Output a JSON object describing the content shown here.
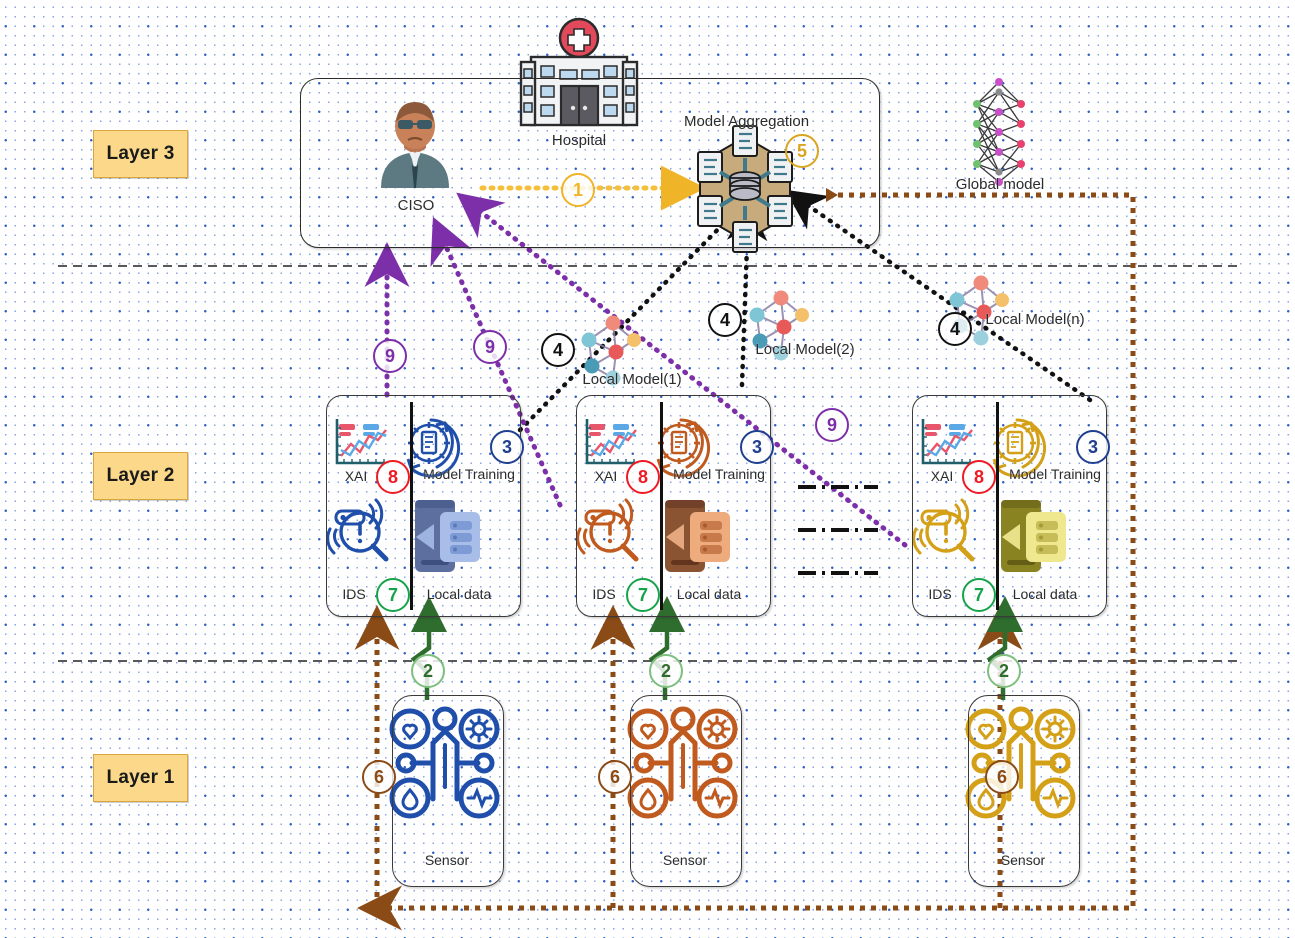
{
  "diagram": {
    "title": "Federated Learning Healthcare IDS Architecture",
    "background": "dotted-grid",
    "layers": [
      {
        "id": "layer3",
        "label": "Layer 3"
      },
      {
        "id": "layer2",
        "label": "Layer 2"
      },
      {
        "id": "layer1",
        "label": "Layer 1"
      }
    ]
  },
  "layer3": {
    "nodes": [
      {
        "name": "ciso",
        "label": "CISO",
        "icon": "person-officer-icon"
      },
      {
        "name": "hospital",
        "label": "Hospital",
        "icon": "hospital-building-icon"
      },
      {
        "name": "model-aggregation",
        "label": "Model  Aggregation",
        "icon": "server-aggregation-icon",
        "step": "5"
      },
      {
        "name": "global-model",
        "label": "Global model",
        "icon": "neural-network-icon"
      }
    ]
  },
  "layer2": {
    "local_model_labels": [
      {
        "label": "Local Model(1)",
        "step": "4"
      },
      {
        "label": "Local Model(2)",
        "step": "4"
      },
      {
        "label": "Local Model(n)",
        "step": "4"
      }
    ],
    "clients": [
      {
        "name": "client-1",
        "accent": "#1f4faa",
        "cells": [
          {
            "label": "XAI",
            "icon": "xai-chart-icon",
            "step": "8"
          },
          {
            "label": "Model  Training",
            "icon": "gear-document-training-icon",
            "step": "3"
          },
          {
            "label": "IDS",
            "icon": "ids-magnifier-alert-icon",
            "step": "7"
          },
          {
            "label": "Local data",
            "icon": "local-data-device-icon",
            "step": ""
          }
        ]
      },
      {
        "name": "client-2",
        "accent": "#c05a1e",
        "cells": [
          {
            "label": "XAI",
            "icon": "xai-chart-icon",
            "step": "8"
          },
          {
            "label": "Model  Training",
            "icon": "gear-document-training-icon",
            "step": "3"
          },
          {
            "label": "IDS",
            "icon": "ids-magnifier-alert-icon",
            "step": "7"
          },
          {
            "label": "Local data",
            "icon": "local-data-device-icon",
            "step": ""
          }
        ]
      },
      {
        "name": "client-n",
        "accent": "#d4a017",
        "cells": [
          {
            "label": "XAI",
            "icon": "xai-chart-icon",
            "step": "8"
          },
          {
            "label": "Model  Training",
            "icon": "gear-document-training-icon",
            "step": "3"
          },
          {
            "label": "IDS",
            "icon": "ids-magnifier-alert-icon",
            "step": "7"
          },
          {
            "label": "Local data",
            "icon": "local-data-device-icon",
            "step": ""
          }
        ]
      }
    ],
    "ellipsis": "—·—·—·"
  },
  "layer1": {
    "sensors": [
      {
        "name": "sensor-1",
        "label": "Sensor",
        "icon": "patient-vitals-sensor-icon",
        "accent": "#1f4faa",
        "step_up": "2",
        "step_side": "6"
      },
      {
        "name": "sensor-2",
        "label": "Sensor",
        "icon": "patient-vitals-sensor-icon",
        "accent": "#c05a1e",
        "step_up": "2",
        "step_side": "6"
      },
      {
        "name": "sensor-n",
        "label": "Sensor",
        "icon": "patient-vitals-sensor-icon",
        "accent": "#d4a017",
        "step_up": "2",
        "step_side": "6"
      }
    ]
  },
  "flows": [
    {
      "step": "1",
      "color": "#f0b429",
      "style": "dotted",
      "from": "ciso",
      "to": "model-aggregation"
    },
    {
      "step": "2",
      "color": "#2f6d2f",
      "style": "solid-zigzag",
      "from": "sensor",
      "to": "client-local-data"
    },
    {
      "step": "3",
      "color": "#1f3f8f",
      "style": "badge",
      "from": "",
      "to": "model-training"
    },
    {
      "step": "4",
      "color": "#111111",
      "style": "dotted",
      "from": "local-model",
      "to": "model-aggregation"
    },
    {
      "step": "5",
      "color": "#d9a520",
      "style": "badge",
      "from": "",
      "to": "model-aggregation"
    },
    {
      "step": "6",
      "color": "#8a4b16",
      "style": "dotted",
      "from": "global-model",
      "to": "sensor"
    },
    {
      "step": "7",
      "color": "#16a34a",
      "style": "badge",
      "from": "",
      "to": "ids"
    },
    {
      "step": "8",
      "color": "#ef1b24",
      "style": "badge",
      "from": "",
      "to": "xai"
    },
    {
      "step": "9",
      "color": "#7c2fa8",
      "style": "dotted",
      "from": "client",
      "to": "ciso"
    }
  ],
  "badges": {
    "n1": "1",
    "n2": "2",
    "n3": "3",
    "n4": "4",
    "n5": "5",
    "n6": "6",
    "n7": "7",
    "n8": "8",
    "n9": "9"
  }
}
